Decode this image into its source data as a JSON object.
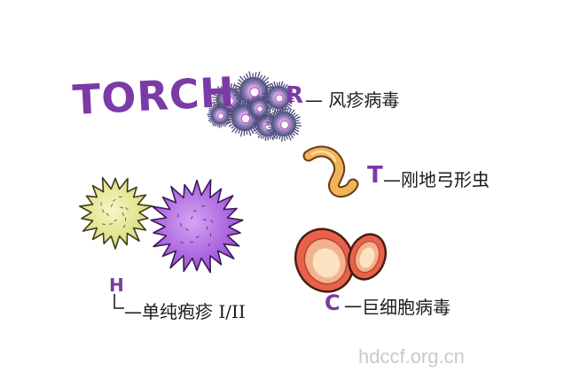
{
  "title": "TORCH",
  "items": [
    {
      "letter": "R",
      "label": "— 风疹病毒"
    },
    {
      "letter": "T",
      "label": "—刚地弓形虫"
    },
    {
      "letter": "H",
      "label_prefix": "└— 单纯疱疹",
      "label_suffix": "I/II"
    },
    {
      "letter": "C",
      "label": "一巨细胞病毒"
    }
  ],
  "watermark": "hdccf.org.cn",
  "colors": {
    "letters": "#7b3aa6",
    "rubella_virus": "#5a5486",
    "toxoplasma_worm": "#e9a04a",
    "herpes_yellow": "#e6e89a",
    "herpes_purple": "#b46ee6",
    "cmv_cell": "#e8614c"
  }
}
